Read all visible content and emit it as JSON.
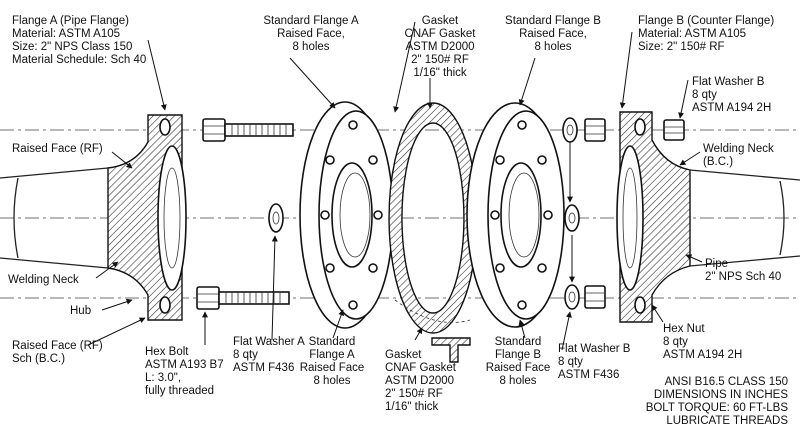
{
  "labels": {
    "flange_a": [
      "Flange A (Pipe Flange)",
      "Material: ASTM A105",
      "Size: 2\" NPS Class 150",
      "Material Schedule: Sch 40"
    ],
    "std_flange_a_top": [
      "Standard Flange A",
      "Raised Face,",
      "8 holes"
    ],
    "gasket_top": [
      "Gasket",
      "CNAF Gasket",
      "ASTM D2000",
      "2\" 150# RF",
      "1/16\" thick"
    ],
    "std_flange_b_top": [
      "Standard Flange B",
      "Raised Face,",
      "8 holes"
    ],
    "flange_b": [
      "Flange B (Counter Flange)",
      "Material: ASTM A105",
      "Size: 2\" 150# RF"
    ],
    "flat_washer_b_top": [
      "Flat Washer B",
      "8 qty",
      "ASTM A194 2H"
    ],
    "raised_face_rf": [
      "Raised Face (RF)"
    ],
    "welding_neck_bc": [
      "Welding Neck",
      "(B.C.)"
    ],
    "welding_neck": [
      "Welding Neck"
    ],
    "hub": [
      "Hub"
    ],
    "pipe": [
      "Pipe",
      "2\" NPS Sch 40"
    ],
    "raised_face_sch": [
      "Raised Face (RF)",
      "Sch (B.C.)"
    ],
    "hex_bolt": [
      "Hex Bolt",
      "ASTM A193 B7",
      "L: 3.0\",",
      "fully threaded"
    ],
    "flat_washer_a": [
      "Flat Washer A",
      "8 qty",
      "ASTM F436"
    ],
    "std_flange_a_bottom": [
      "Standard",
      "Flange A",
      "Raised Face",
      "8 holes"
    ],
    "gasket_bottom": [
      "Gasket",
      "CNAF Gasket",
      "ASTM D2000",
      "2\" 150# RF",
      "1/16\" thick"
    ],
    "std_flange_b_bottom": [
      "Standard",
      "Flange B",
      "Raised Face",
      "8 holes"
    ],
    "flat_washer_b_bottom": [
      "Flat Washer B",
      "8 qty",
      "ASTM F436"
    ],
    "hex_nut": [
      "Hex Nut",
      "8 qty",
      "ASTM A194 2H"
    ],
    "notes": [
      "ANSI B16.5 CLASS 150",
      "DIMENSIONS IN INCHES",
      "BOLT TORQUE: 60 FT-LBS",
      "LUBRICATE THREADS"
    ]
  }
}
